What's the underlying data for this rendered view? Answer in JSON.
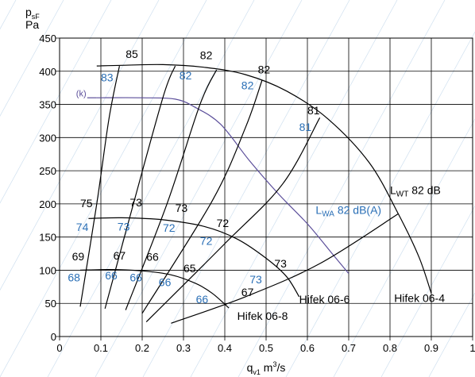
{
  "chart_data": {
    "type": "line",
    "title": "",
    "xlabel": "",
    "ylabel": "",
    "xlim": [
      0,
      1
    ],
    "ylim": [
      0,
      450
    ],
    "x_ticks": [
      0,
      0.1,
      0.2,
      0.3,
      0.4,
      0.5,
      0.6,
      0.7,
      0.8,
      0.9,
      1
    ],
    "y_ticks": [
      0,
      50,
      100,
      150,
      200,
      250,
      300,
      350,
      400,
      450
    ],
    "x_tick_labels": [
      "0",
      "0.1",
      "0.2",
      "0.3",
      "0.4",
      "0.5",
      "0.6",
      "0.7",
      "0.8",
      "0.9",
      "1"
    ],
    "y_tick_labels": [
      "0",
      "50",
      "100",
      "150",
      "200",
      "250",
      "300",
      "350",
      "400",
      "450"
    ],
    "grid": true,
    "axis_titles": {
      "y_line1_base": "p",
      "y_line1_sub": "sF",
      "y_line2": "Pa",
      "x_base": "q",
      "x_sub": "v1",
      "x_unit_main": " m",
      "x_unit_sup": "3",
      "x_unit_tail": "/s"
    },
    "colors": {
      "black": "#000000",
      "blue": "#2a6fb6",
      "purple": "#5b4e9a",
      "grid": "#000000",
      "background_lines": "#cfe0ef"
    },
    "series": [
      {
        "name": "Hifek 06-4",
        "color": "#000000",
        "points": [
          [
            0.09,
            408
          ],
          [
            0.15,
            409
          ],
          [
            0.25,
            410
          ],
          [
            0.35,
            406
          ],
          [
            0.45,
            395
          ],
          [
            0.55,
            370
          ],
          [
            0.65,
            328
          ],
          [
            0.75,
            262
          ],
          [
            0.82,
            185
          ],
          [
            0.87,
            120
          ],
          [
            0.9,
            65
          ]
        ]
      },
      {
        "name": "Hifek 06-6",
        "color": "#000000",
        "points": [
          [
            0.07,
            178
          ],
          [
            0.15,
            179
          ],
          [
            0.25,
            176
          ],
          [
            0.35,
            166
          ],
          [
            0.43,
            147
          ],
          [
            0.5,
            118
          ],
          [
            0.55,
            90
          ],
          [
            0.58,
            60
          ]
        ]
      },
      {
        "name": "Hifek 06-8",
        "color": "#000000",
        "points": [
          [
            0.05,
            100
          ],
          [
            0.12,
            101
          ],
          [
            0.2,
            99
          ],
          [
            0.27,
            93
          ],
          [
            0.33,
            80
          ],
          [
            0.37,
            65
          ],
          [
            0.41,
            43
          ]
        ]
      },
      {
        "name": "(k)",
        "color": "#5b4e9a",
        "points": [
          [
            0.09,
            360
          ],
          [
            0.2,
            360
          ],
          [
            0.28,
            358
          ],
          [
            0.33,
            345
          ],
          [
            0.39,
            320
          ],
          [
            0.46,
            265
          ],
          [
            0.53,
            215
          ],
          [
            0.6,
            170
          ],
          [
            0.66,
            125
          ],
          [
            0.7,
            95
          ]
        ]
      },
      {
        "name": "",
        "color": "#000000",
        "points": [
          [
            0.05,
            45
          ],
          [
            0.09,
            200
          ],
          [
            0.12,
            330
          ],
          [
            0.145,
            408
          ]
        ]
      },
      {
        "name": "",
        "color": "#000000",
        "points": [
          [
            0.11,
            42
          ],
          [
            0.17,
            180
          ],
          [
            0.25,
            360
          ],
          [
            0.28,
            408
          ]
        ]
      },
      {
        "name": "",
        "color": "#000000",
        "points": [
          [
            0.16,
            40
          ],
          [
            0.26,
            200
          ],
          [
            0.34,
            350
          ],
          [
            0.38,
            402
          ]
        ]
      },
      {
        "name": "",
        "color": "#000000",
        "points": [
          [
            0.2,
            35
          ],
          [
            0.37,
            205
          ],
          [
            0.45,
            315
          ],
          [
            0.49,
            386
          ]
        ]
      },
      {
        "name": "",
        "color": "#000000",
        "points": [
          [
            0.21,
            22
          ],
          [
            0.4,
            140
          ],
          [
            0.54,
            230
          ],
          [
            0.63,
            330
          ]
        ]
      },
      {
        "name": "",
        "color": "#000000",
        "points": [
          [
            0.27,
            20
          ],
          [
            0.45,
            60
          ],
          [
            0.63,
            110
          ],
          [
            0.82,
            185
          ]
        ]
      }
    ],
    "annotations": [
      {
        "text": "85",
        "x": 0.16,
        "y": 420,
        "color": "#000000",
        "size": "normal"
      },
      {
        "text": "83",
        "x": 0.1,
        "y": 385,
        "color": "#2a6fb6",
        "size": "normal"
      },
      {
        "text": "82",
        "x": 0.34,
        "y": 418,
        "color": "#000000",
        "size": "normal"
      },
      {
        "text": "82",
        "x": 0.29,
        "y": 388,
        "color": "#2a6fb6",
        "size": "normal"
      },
      {
        "text": "82",
        "x": 0.48,
        "y": 397,
        "color": "#000000",
        "size": "normal"
      },
      {
        "text": "82",
        "x": 0.44,
        "y": 373,
        "color": "#2a6fb6",
        "size": "normal"
      },
      {
        "text": "81",
        "x": 0.6,
        "y": 335,
        "color": "#000000",
        "size": "normal"
      },
      {
        "text": "81",
        "x": 0.58,
        "y": 310,
        "color": "#2a6fb6",
        "size": "normal"
      },
      {
        "text": "(k)",
        "x": 0.04,
        "y": 362,
        "color": "#5b4e9a",
        "size": "small"
      },
      {
        "text": "75",
        "x": 0.05,
        "y": 195,
        "color": "#000000",
        "size": "normal"
      },
      {
        "text": "74",
        "x": 0.04,
        "y": 159,
        "color": "#2a6fb6",
        "size": "normal"
      },
      {
        "text": "73",
        "x": 0.17,
        "y": 196,
        "color": "#000000",
        "size": "normal"
      },
      {
        "text": "73",
        "x": 0.14,
        "y": 160,
        "color": "#2a6fb6",
        "size": "normal"
      },
      {
        "text": "73",
        "x": 0.28,
        "y": 188,
        "color": "#000000",
        "size": "normal"
      },
      {
        "text": "72",
        "x": 0.25,
        "y": 158,
        "color": "#2a6fb6",
        "size": "normal"
      },
      {
        "text": "72",
        "x": 0.38,
        "y": 165,
        "color": "#000000",
        "size": "normal"
      },
      {
        "text": "72",
        "x": 0.34,
        "y": 138,
        "color": "#2a6fb6",
        "size": "normal"
      },
      {
        "text": "69",
        "x": 0.03,
        "y": 115,
        "color": "#000000",
        "size": "normal"
      },
      {
        "text": "68",
        "x": 0.02,
        "y": 83,
        "color": "#2a6fb6",
        "size": "normal"
      },
      {
        "text": "67",
        "x": 0.13,
        "y": 116,
        "color": "#000000",
        "size": "normal"
      },
      {
        "text": "66",
        "x": 0.11,
        "y": 86,
        "color": "#2a6fb6",
        "size": "normal"
      },
      {
        "text": "66",
        "x": 0.21,
        "y": 114,
        "color": "#000000",
        "size": "normal"
      },
      {
        "text": "66",
        "x": 0.17,
        "y": 83,
        "color": "#2a6fb6",
        "size": "normal"
      },
      {
        "text": "65",
        "x": 0.3,
        "y": 97,
        "color": "#000000",
        "size": "normal"
      },
      {
        "text": "66",
        "x": 0.24,
        "y": 76,
        "color": "#2a6fb6",
        "size": "normal"
      },
      {
        "text": "73",
        "x": 0.52,
        "y": 104,
        "color": "#000000",
        "size": "normal"
      },
      {
        "text": "73",
        "x": 0.46,
        "y": 80,
        "color": "#2a6fb6",
        "size": "normal"
      },
      {
        "text": "67",
        "x": 0.44,
        "y": 61,
        "color": "#000000",
        "size": "normal"
      },
      {
        "text": "66",
        "x": 0.33,
        "y": 50,
        "color": "#2a6fb6",
        "size": "normal"
      }
    ],
    "series_labels": [
      {
        "base": "L",
        "sub": "WT",
        "value": "  82  dB",
        "x": 0.8,
        "y": 215,
        "color": "#000000"
      },
      {
        "base": "L",
        "sub": "WA",
        "value": "  82 dB(A)",
        "x": 0.62,
        "y": 185,
        "color": "#2a6fb6"
      },
      {
        "text": "Hifek 06-6",
        "x": 0.58,
        "y": 50,
        "color": "#000000"
      },
      {
        "text": "Hifek 06-4",
        "x": 0.81,
        "y": 52,
        "color": "#000000"
      },
      {
        "text": "Hifek 06-8",
        "x": 0.43,
        "y": 25,
        "color": "#000000"
      }
    ]
  }
}
